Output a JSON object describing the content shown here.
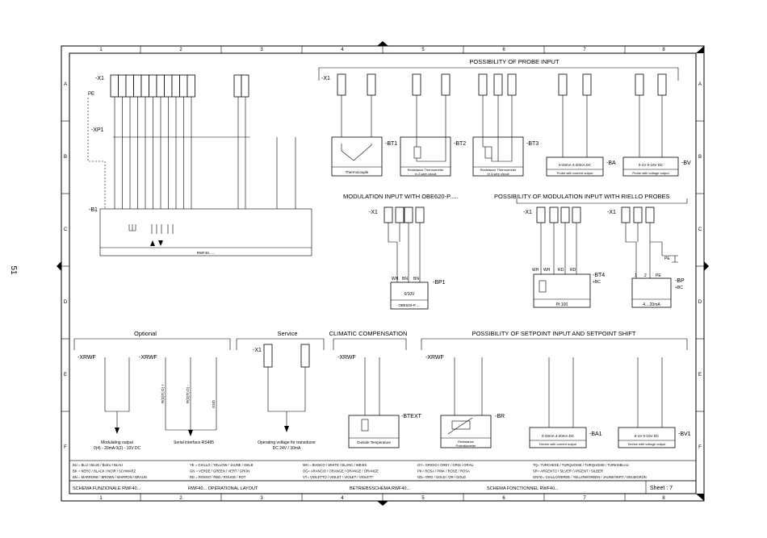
{
  "page_number": "51",
  "columns": [
    "1",
    "2",
    "3",
    "4",
    "5",
    "6",
    "7",
    "8"
  ],
  "rows": [
    "A",
    "B",
    "C",
    "D",
    "E",
    "F"
  ],
  "probe_section": {
    "title": "POSSIBILITY OF PROBE INPUT",
    "connector": "-X1",
    "bt1": {
      "tag": "-BT1",
      "caption": "Thermocouple"
    },
    "bt2": {
      "tag": "-BT2",
      "caption_1": "Resistance Thermometer",
      "caption_2": "In 2-wire circuit"
    },
    "bt3": {
      "tag": "-BT3",
      "caption_1": "Resistance Thermometer",
      "caption_2": "In 3-wire circuit"
    },
    "ba": {
      "tag": "-BA",
      "range": "0-20mA 4-20mA DC",
      "caption": "Probe with current output"
    },
    "bv": {
      "tag": "-BV",
      "range": "0-1V 0-10V DC",
      "caption": "Probe with voltage output"
    }
  },
  "left_block": {
    "x1": "-X1",
    "pe": "PE",
    "xp1": "-XP1",
    "b1": "-B1",
    "device": "RWF40......"
  },
  "modulation_obe": {
    "title": "MODULATION INPUT WITH OBE620-P.....",
    "connector": "-X1",
    "wires": [
      "WH",
      "BN",
      "BN"
    ],
    "tag": "-BP1",
    "range": "0/10V",
    "device": "OBE620-P....."
  },
  "modulation_riello": {
    "title": "POSSIBILITY OF  MODULATION INPUT WITH RIELLO PROBES",
    "x1a": "-X1",
    "x1b": "-X1",
    "wires": [
      "WH",
      "WH",
      "RD",
      "RD"
    ],
    "tag_bt4": "-BT4",
    "bt4_sub": "+BC",
    "pt": "Pt 100",
    "tag_bp": "-BP",
    "bp_sub": "+BC",
    "bp_terms": [
      "1",
      "2",
      "PE"
    ],
    "bp_range": "4....20mA"
  },
  "optional": {
    "title": "Optional",
    "x1": "-XRWF",
    "x2": "-XRWF",
    "mod_output_1": "Modulating output",
    "mod_output_2": "0(4) - 20mA  0(2) - 10V DC",
    "serial": "Serial interface RS485",
    "rxd_p": "R(D)T(-D) +",
    "rxd_m": "R(D)T(-D) -",
    "gnd": "GND"
  },
  "service": {
    "title": "Service",
    "connector": "-X1",
    "text_1": "Operating voltage for transducer",
    "text_2": "DC 24V / 30mA"
  },
  "climatic": {
    "title": "CLIMATIC COMPENSATION",
    "connector": "-XRWF",
    "tag": "-BTEXT",
    "caption": "Outside Temperature"
  },
  "setpoint": {
    "title": "POSSIBILITY OF SETPOINT INPUT AND SETPOINT SHIFT",
    "connector": "-XRWF",
    "br_tag": "-BR",
    "br_caption_1": "Resistance",
    "br_caption_2": "Potentiometer",
    "ba1_tag": "-BA1",
    "ba1_range": "0-20mA  4-20mA DC",
    "ba1_caption": "Device with current output",
    "bv1_tag": "-BV1",
    "bv1_range": "0-1V  0-10V DC",
    "bv1_caption": "Device with voltage output"
  },
  "legend": [
    [
      "BU = BLU / BLUE / BLEU / BLAU",
      "YE = GIALLO / YELLOW / JAUNE / GELB",
      "WH = BIANCO / WHITE / BLANC / WEISS",
      "GY= GRIGIO / GREY / GRIS / GRAU",
      "TQ= TURCHESE / TURQUOISE / TURQUOISE / TURKISBLAU"
    ],
    [
      "BK = NERO / BLACK / NOIR / SCHWARZ",
      "GN = VERDE / GREEN / VERT / GRÜN",
      "OG= ARANCIO / ORANGE / ORANGE / ORANGE",
      "PK= ROSA / PINK / ROSE / ROSA",
      "SR= ARGENTO / SILVER / ARGENT / SILBER"
    ],
    [
      "BN = MARRONE / BROWN / MARRON / BRAUN",
      "RD = ROSSO / RED / ROUGE / ROT",
      "VT= VIOLETTO / VIOLET / VIOLET / VIOLETT",
      "GD= ORO / GOLD / OR / GOLD",
      "GNYE= GIALLO/VERDE / YELLOW/GREEN / JAUNE/VERT / GELB/GRÜN"
    ]
  ],
  "title_block": {
    "it": "SCHEMA FUNZIONALE RWF40...",
    "en": "RWF40... OPERATIONAL LAYOUT",
    "de": "BETRIEBSSCHEMA RWF40...",
    "fr": "SCHEMA FONCTIONNEL RWF40...",
    "sheet": "Sheet :  7"
  }
}
